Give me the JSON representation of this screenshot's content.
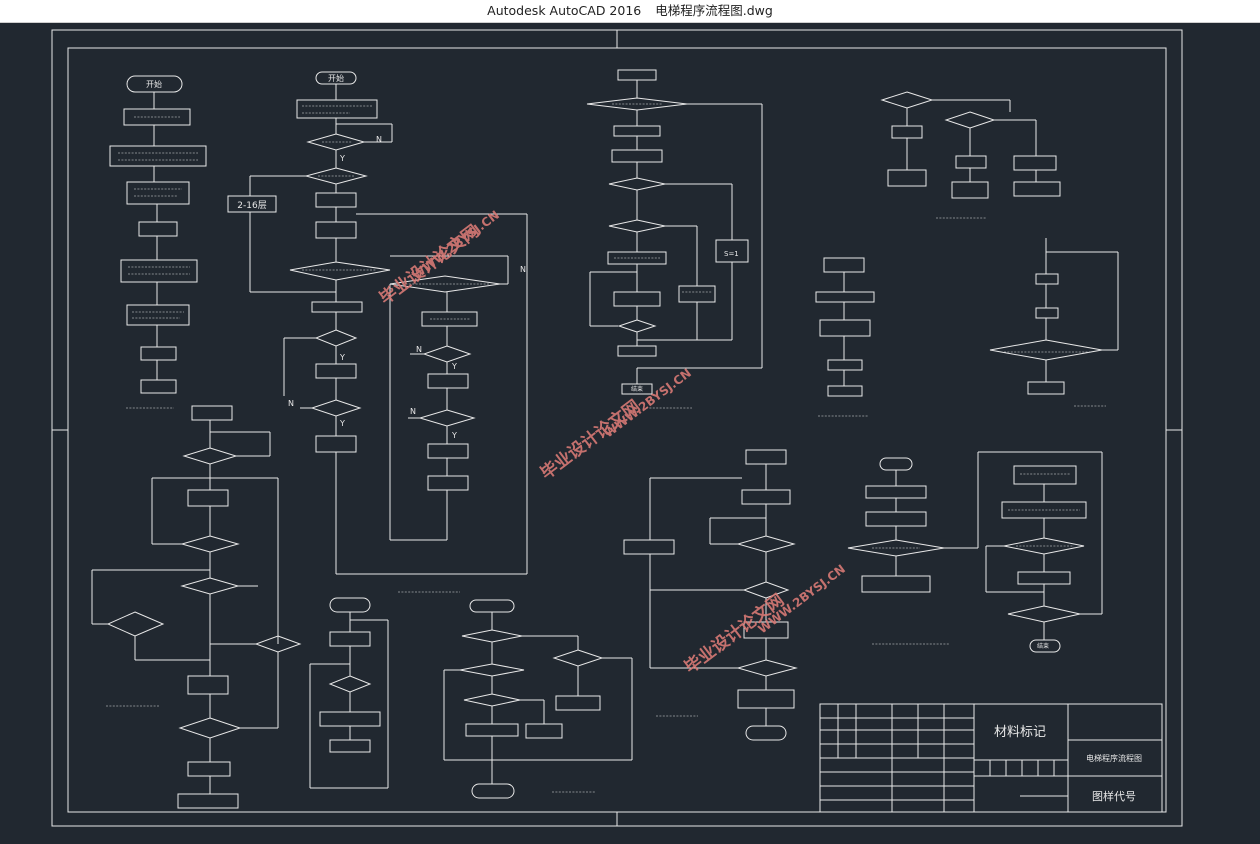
{
  "window": {
    "app_title": "Autodesk AutoCAD 2016",
    "file_name": "电梯程序流程图.dwg"
  },
  "drawing": {
    "watermark_cn": "毕业设计论文网",
    "watermark_url": "WWW.2BYSJ.CN",
    "flow_main": {
      "start": "开始",
      "yes": "Y",
      "no": "N",
      "floor_range": "2-16层"
    },
    "flow_mid": {
      "label": "S=1",
      "end": "结束"
    },
    "title_block": {
      "material_mark": "材料标记",
      "drawing_name": "电梯程序流程图",
      "drawing_code": "图样代号"
    }
  }
}
